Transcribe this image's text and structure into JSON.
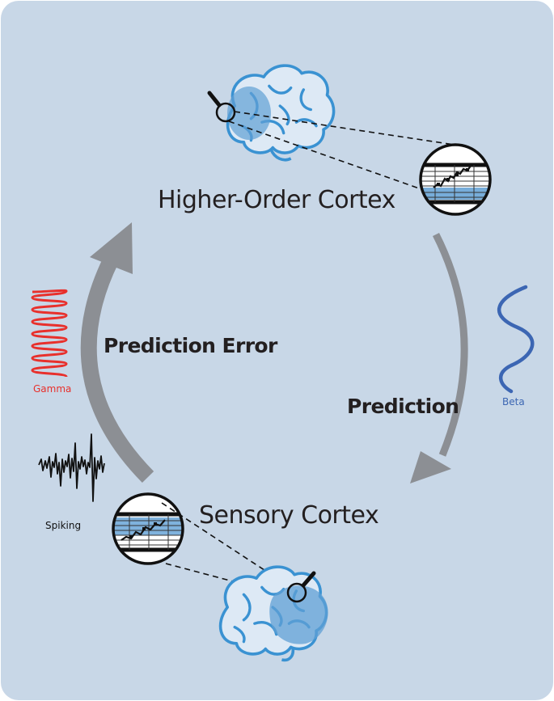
{
  "nodes": {
    "higher": "Higher-Order Cortex",
    "sensory": "Sensory Cortex"
  },
  "edges": {
    "prediction": "Prediction",
    "prediction_error": "Prediction Error"
  },
  "signals": {
    "gamma": "Gamma",
    "beta": "Beta",
    "spiking": "Spiking"
  },
  "colors": {
    "background": "#c8d7e7",
    "arrow": "#8c8f94",
    "brain": "#3a92d2",
    "highlight": "#5f9fd4",
    "gamma": "#e8302c",
    "beta": "#3c66b3",
    "ink": "#231f20"
  },
  "icons": [
    "brain-icon",
    "magnifier-icon",
    "recording-panel-icon",
    "gamma-wave-icon",
    "beta-wave-icon",
    "spike-train-icon"
  ]
}
